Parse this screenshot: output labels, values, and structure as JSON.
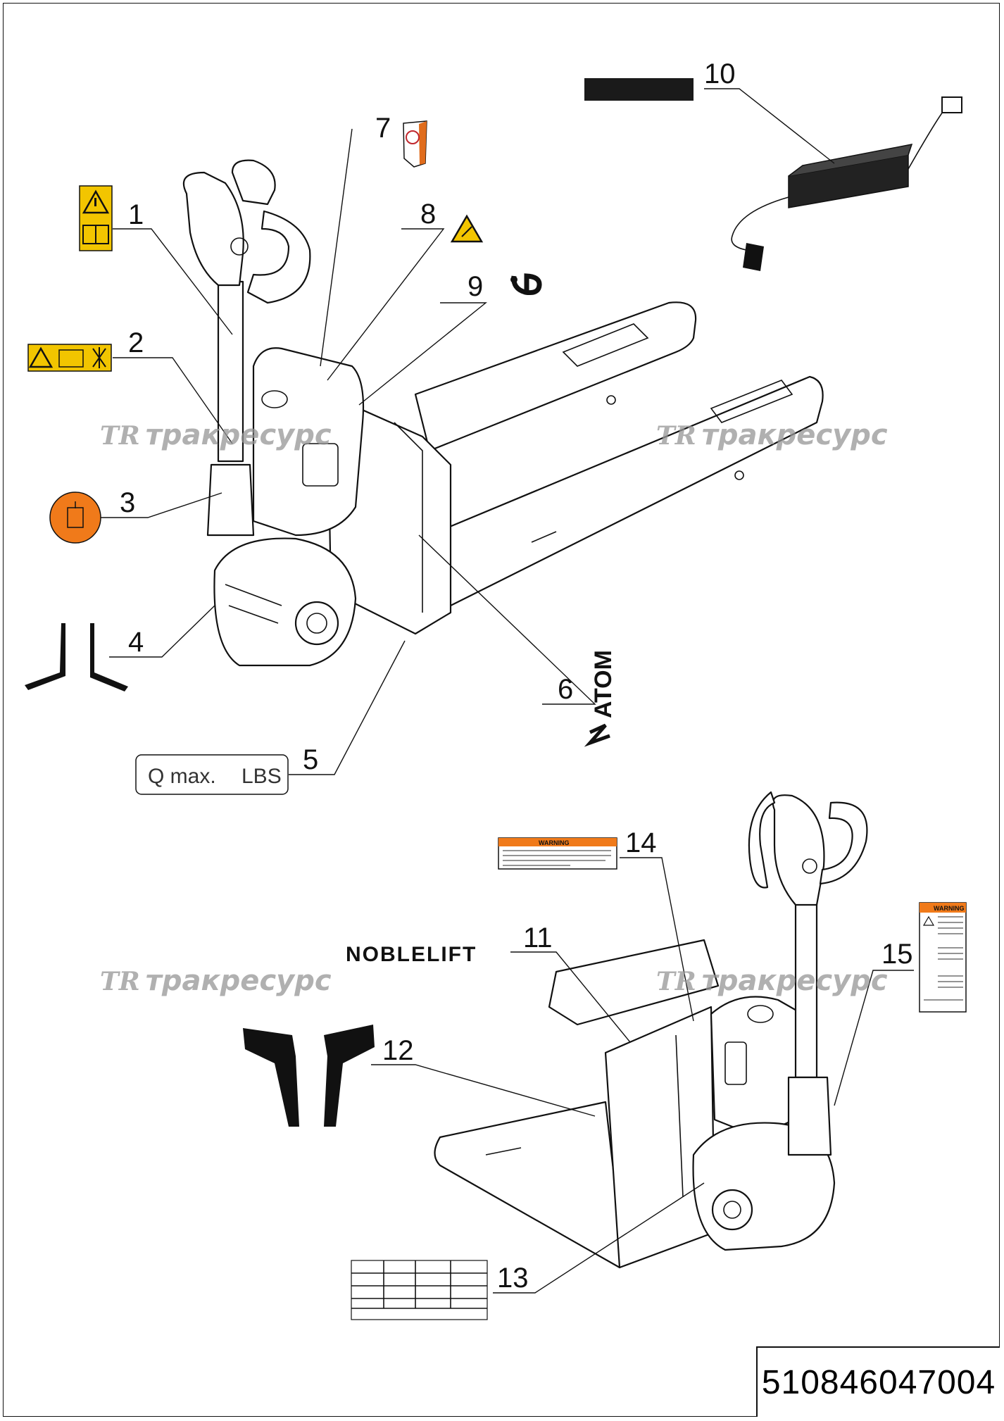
{
  "document_number": "510846047004",
  "watermark": {
    "logo": "TR",
    "text": "тракресурс"
  },
  "callouts": [
    "1",
    "2",
    "3",
    "4",
    "5",
    "6",
    "7",
    "8",
    "9",
    "10",
    "11",
    "12",
    "13",
    "14",
    "15"
  ],
  "labels": {
    "qmax": "Q max.",
    "lbs": "LBS",
    "atom": "ATOM",
    "noblelift": "NOBLELIFT",
    "warning_small": "WARNING",
    "warning_large": "WARNING"
  },
  "colors": {
    "line": "#111111",
    "label_yellow": "#f2c500",
    "label_orange": "#f07a1a",
    "watermark": "#9a9a9a"
  }
}
